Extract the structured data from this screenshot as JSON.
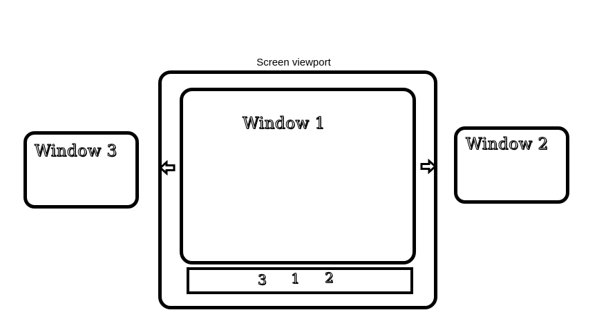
{
  "diagram": {
    "viewport_label": "Screen viewport",
    "windows": [
      {
        "id": "window-1",
        "title": "Window 1"
      },
      {
        "id": "window-2",
        "title": "Window 2"
      },
      {
        "id": "window-3",
        "title": "Window 3"
      }
    ],
    "taskbar": {
      "items": [
        "3",
        "1",
        "2"
      ]
    },
    "arrows": {
      "left": "arrow-left-icon",
      "right": "arrow-right-icon"
    },
    "colors": {
      "stroke": "#000000",
      "fill": "#ffffff"
    }
  }
}
